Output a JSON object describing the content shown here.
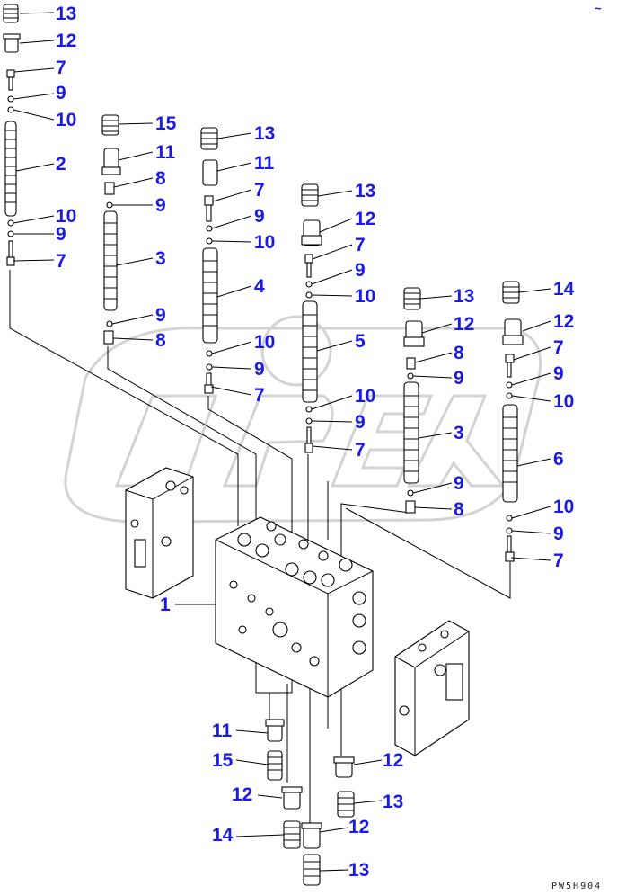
{
  "drawing_code": "PW5H904",
  "top_right_mark": "~",
  "callouts": {
    "c01": "13",
    "c02": "12",
    "c03": "7",
    "c04": "9",
    "c05": "10",
    "c06": "2",
    "c07": "10",
    "c08": "9",
    "c09": "7",
    "c10": "15",
    "c11": "11",
    "c12": "8",
    "c13": "9",
    "c14": "3",
    "c15": "9",
    "c16": "8",
    "c17": "13",
    "c18": "11",
    "c19": "7",
    "c20": "9",
    "c21": "10",
    "c22": "4",
    "c23": "10",
    "c24": "9",
    "c25": "7",
    "c26": "13",
    "c27": "12",
    "c28": "7",
    "c29": "9",
    "c30": "10",
    "c31": "5",
    "c32": "10",
    "c33": "9",
    "c34": "7",
    "c35": "13",
    "c36": "12",
    "c37": "8",
    "c38": "9",
    "c39": "3",
    "c40": "9",
    "c41": "8",
    "c42": "14",
    "c43": "12",
    "c44": "7",
    "c45": "9",
    "c46": "10",
    "c47": "6",
    "c48": "10",
    "c49": "9",
    "c50": "7",
    "c51": "1",
    "c52": "11",
    "c53": "15",
    "c54": "12",
    "c55": "14",
    "c56": "12",
    "c57": "13",
    "c58": "12",
    "c59": "13"
  }
}
